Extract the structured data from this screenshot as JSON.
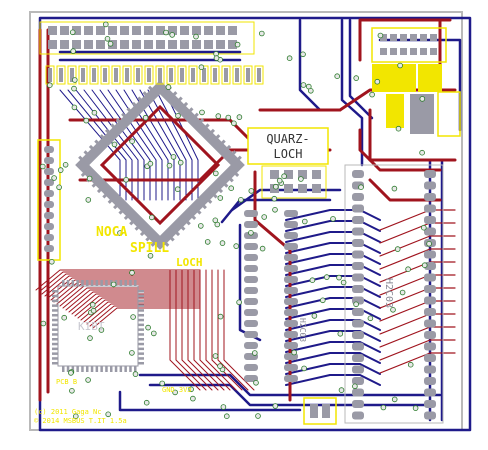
{
  "board": {
    "background": "#ffffff",
    "colors": {
      "top_copper": "#a0141e",
      "bottom_copper": "#1f1a8a",
      "silkscreen": "#f2e600",
      "pad": "#9a9aa6",
      "via": "#e8e8e8",
      "outline": "#b9b9b9"
    }
  },
  "labels": {
    "quarz_line1": "QUARZ-",
    "quarz_line2": "LOCH",
    "copyright_line1": "(c) 2011 Gaga Nc",
    "copyright_line2": "© 2014 MSBUS T.IT 1.5a",
    "mid_logo_1": "NOCA",
    "mid_logo_2": "SPILL",
    "mid_logo_3": "LOCH",
    "vertical_1": "H2C03",
    "vertical_2": "H2C03",
    "left_chip": "KIBT",
    "bottom_left_1": "PCB B",
    "bottom_left_2": "GND 3V3"
  }
}
